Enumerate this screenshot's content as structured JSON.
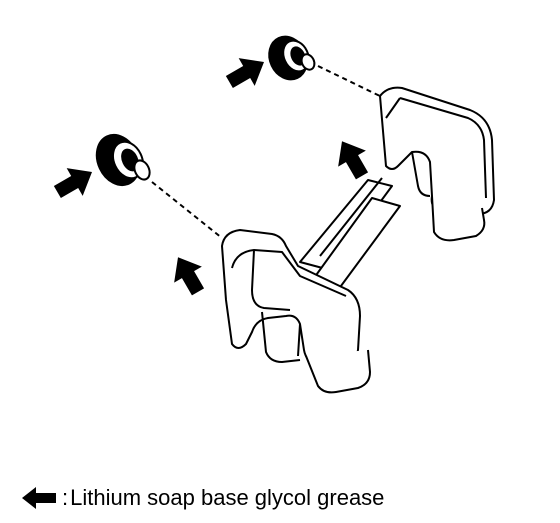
{
  "figure": {
    "parts": [
      {
        "name": "caliper-bracket",
        "icon": "caliper-bracket-icon"
      },
      {
        "name": "bushing-upper",
        "icon": "bushing-icon"
      },
      {
        "name": "bushing-lower",
        "icon": "bushing-icon"
      }
    ],
    "arrow_icon": "grease-arrow-icon",
    "colors": {
      "line": "#000000",
      "background": "#ffffff"
    }
  },
  "legend": {
    "symbol": "grease-arrow-icon",
    "separator": ":",
    "text": "Lithium soap base glycol grease"
  }
}
